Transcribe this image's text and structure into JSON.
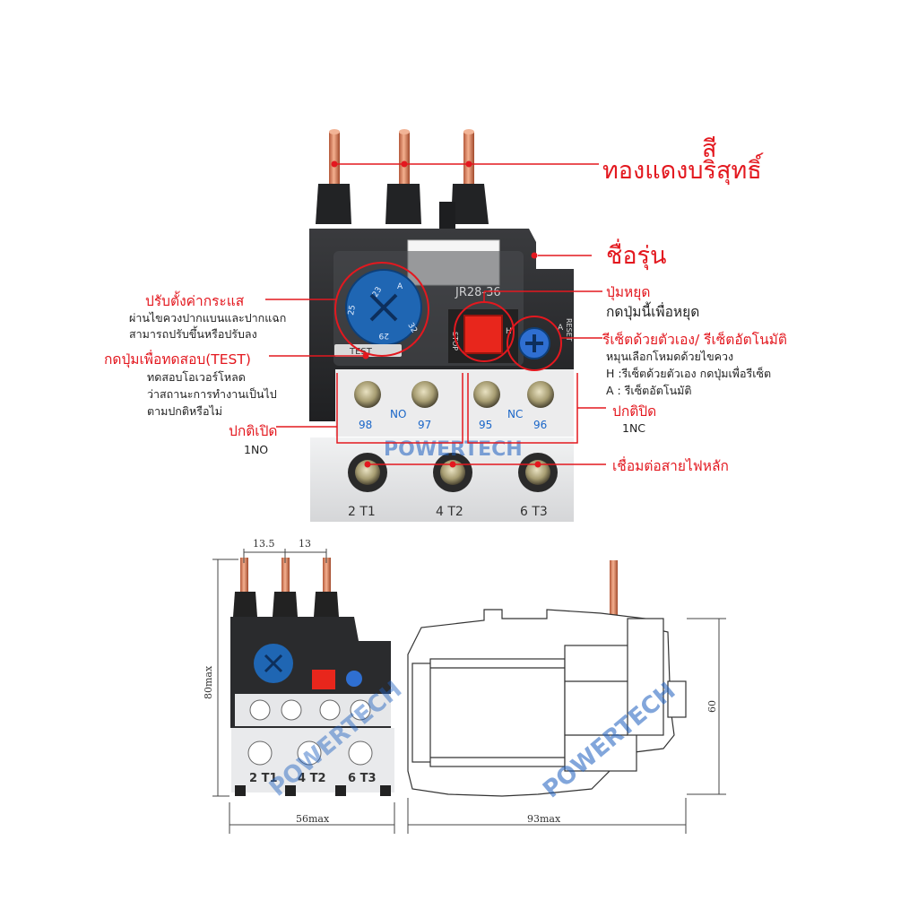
{
  "callouts": {
    "copper_line1": "สี",
    "copper_line2": "ทองแดงบริสุทธิ์",
    "model_name": "ชื่อรุ่น",
    "current_title": "ปรับตั้งค่ากระแส",
    "current_desc1": "ผ่านไขควงปากแบนและปากแฉก",
    "current_desc2": "สามารถปรับขึ้นหรือปรับลง",
    "stop_title": "ปุ่มหยุด",
    "stop_desc": "กดปุ่มนี้เพื่อหยุด",
    "reset_title": "รีเซ็ตด้วยตัวเอง/ รีเซ็ตอัตโนมัติ",
    "reset_desc1": "หมุนเลือกโหมดด้วยไขควง",
    "reset_desc2": "H :รีเซ็ตด้วยตัวเอง กดปุ่มเพื่อรีเซ็ต",
    "reset_desc3": "A : รีเซ็ตอัตโนมัติ",
    "test_title": "กดปุ่มเพื่อทดสอบ(TEST)",
    "test_desc1": "ทดสอบโอเวอร์โหลด",
    "test_desc2": "ว่าสถานะการทำงานเป็นไป",
    "test_desc3": "ตามปกติหรือไม่",
    "no_title": "ปกติเปิด",
    "no_sub": "1NO",
    "nc_title": "ปกติปิด",
    "nc_sub": "1NC",
    "main_title": "เชื่อมต่อสายไฟหลัก"
  },
  "device": {
    "model_plate": "JR28-36",
    "test_label": "TEST",
    "stop_label": "STOP",
    "reset_label": "RESET",
    "mode_h": "H",
    "mode_a": "A",
    "dial_top": "A",
    "dial_values": [
      "23",
      "25",
      "29",
      "32"
    ],
    "no_label": "NO",
    "nc_label": "NC",
    "aux_terminals": [
      "98",
      "97",
      "95",
      "96"
    ],
    "main_terminals": [
      "2 T1",
      "4 T2",
      "6 T3"
    ]
  },
  "watermark": "POWERTECH",
  "drawing": {
    "dim_pitch1": "13.5",
    "dim_pitch2": "13",
    "dim_height": "80max",
    "dim_width": "56max",
    "dim_depth": "93max",
    "dim_side_height": "60",
    "front_terminals": [
      "2 T1",
      "4 T2",
      "6 T3"
    ]
  },
  "colors": {
    "callout_red": "#e3181f",
    "body_black": "#2a2b2d",
    "terminal_grey": "#e6e7e9",
    "dial_blue": "#1f66b3",
    "stop_red": "#e8261c",
    "copper": "#d9825c",
    "watermark_blue": "#1d5fbf"
  }
}
